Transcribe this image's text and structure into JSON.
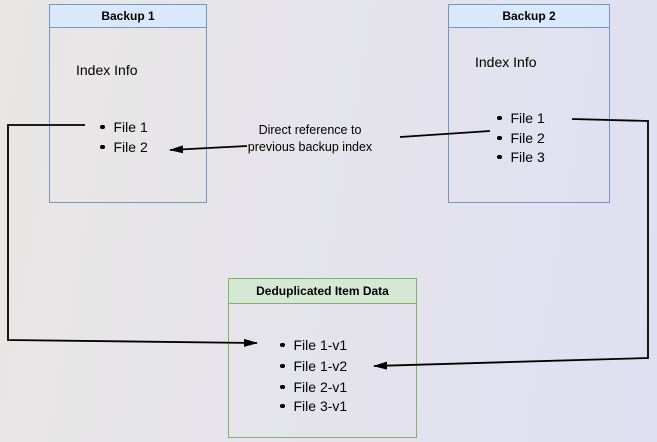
{
  "diagram": {
    "boxes": {
      "backup1": {
        "title": "Backup 1",
        "subtitle": "Index Info",
        "items": [
          "File 1",
          "File 2"
        ]
      },
      "backup2": {
        "title": "Backup 2",
        "subtitle": "Index Info",
        "items": [
          "File 1",
          "File 2",
          "File 3"
        ]
      },
      "dedup": {
        "title": "Deduplicated Item Data",
        "items": [
          "File 1-v1",
          "File 1-v2",
          "File 2-v1",
          "File 3-v1"
        ]
      }
    },
    "edge_label": {
      "line1": "Direct reference to",
      "line2": "previous backup index"
    },
    "colors": {
      "canvas_bg_left": "#e9e7e4",
      "canvas_bg_right": "#dfdff2",
      "blue_header_bg": "#dae8fc",
      "blue_border": "#7496c4",
      "green_header_bg": "#d5e8d4",
      "green_border": "#82b366",
      "arrow": "#000000",
      "text": "#000000"
    }
  }
}
